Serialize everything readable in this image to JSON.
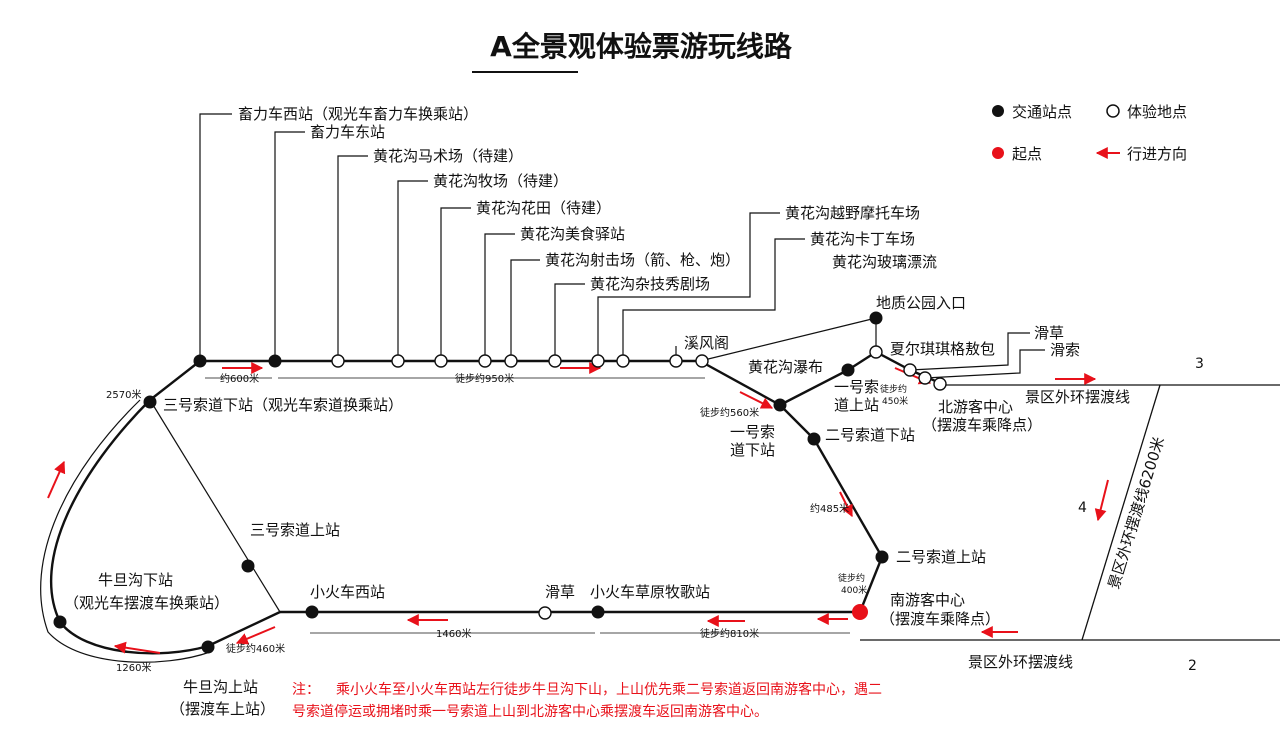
{
  "title": "A全景观体验票游玩线路",
  "legend": {
    "transport": "交通站点",
    "experience": "体验地点",
    "start": "起点",
    "direction": "行进方向"
  },
  "colors": {
    "accent": "#e8111a",
    "line": "#111111"
  },
  "labels": {
    "chulixi": "畜力车西站（观光车畜力车换乘站）",
    "chulidong": "畜力车东站",
    "mashu": "黄花沟马术场（待建）",
    "muchang": "黄花沟牧场（待建）",
    "huatian": "黄花沟花田（待建）",
    "meishi": "黄花沟美食驿站",
    "sheji": "黄花沟射击场（箭、枪、炮）",
    "zaji": "黄花沟杂技秀剧场",
    "yueye": "黄花沟越野摩托车场",
    "kading": "黄花沟卡丁车场",
    "boli": "黄花沟玻璃漂流",
    "dizhi": "地质公园入口",
    "xifengge": "溪风阁",
    "pubu": "黄花沟瀑布",
    "xiaerqi": "夏尔琪琪格敖包",
    "huacao_top": "滑草",
    "huasuo": "滑索",
    "sd1up_l1": "一号索",
    "sd1up_l2": "道上站",
    "sd1down_l1": "一号索",
    "sd1down_l2": "道下站",
    "beiyouke_l1": "北游客中心",
    "beiyouke_l2": "（摆渡车乘降点）",
    "sd2down": "二号索道下站",
    "sd2up": "二号索道上站",
    "sd3down": "三号索道下站（观光车索道换乘站）",
    "sd3up": "三号索道上站",
    "niudanxia_l1": "牛旦沟下站",
    "niudanxia_l2": "（观光车摆渡车换乘站）",
    "niudanshang_l1": "牛旦沟上站",
    "niudanshang_l2": "（摆渡车上站）",
    "xiaohuoche_xi": "小火车西站",
    "huacao_bottom": "滑草",
    "caoyuan": "小火车草原牧歌站",
    "nanyouke_l1": "南游客中心",
    "nanyouke_l2": "（摆渡车乘降点）",
    "outer_top": "景区外环摆渡线",
    "outer_bottom": "景区外环摆渡线",
    "outer_right": "景区外环摆渡线6200米",
    "num3": "3",
    "num4": "4",
    "num2": "2"
  },
  "distances": {
    "d600": "约600米",
    "d950": "徒步约950米",
    "d2570": "2570米",
    "d560": "徒步约560米",
    "d450_l1": "徒步约",
    "d450_l2": "450米",
    "d485": "约485米",
    "d400_l1": "徒步约",
    "d400_l2": "400米",
    "d1460": "1460米",
    "d810": "徒步约810米",
    "d460": "徒步约460米",
    "d1260": "1260米"
  },
  "note": {
    "label": "注：",
    "line1": "乘小火车至小火车西站左行徒步牛旦沟下山，上山优先乘二号索道返回南游客中心，遇二",
    "line2": "号索道停运或拥堵时乘一号索道上山到北游客中心乘摆渡车返回南游客中心。"
  }
}
